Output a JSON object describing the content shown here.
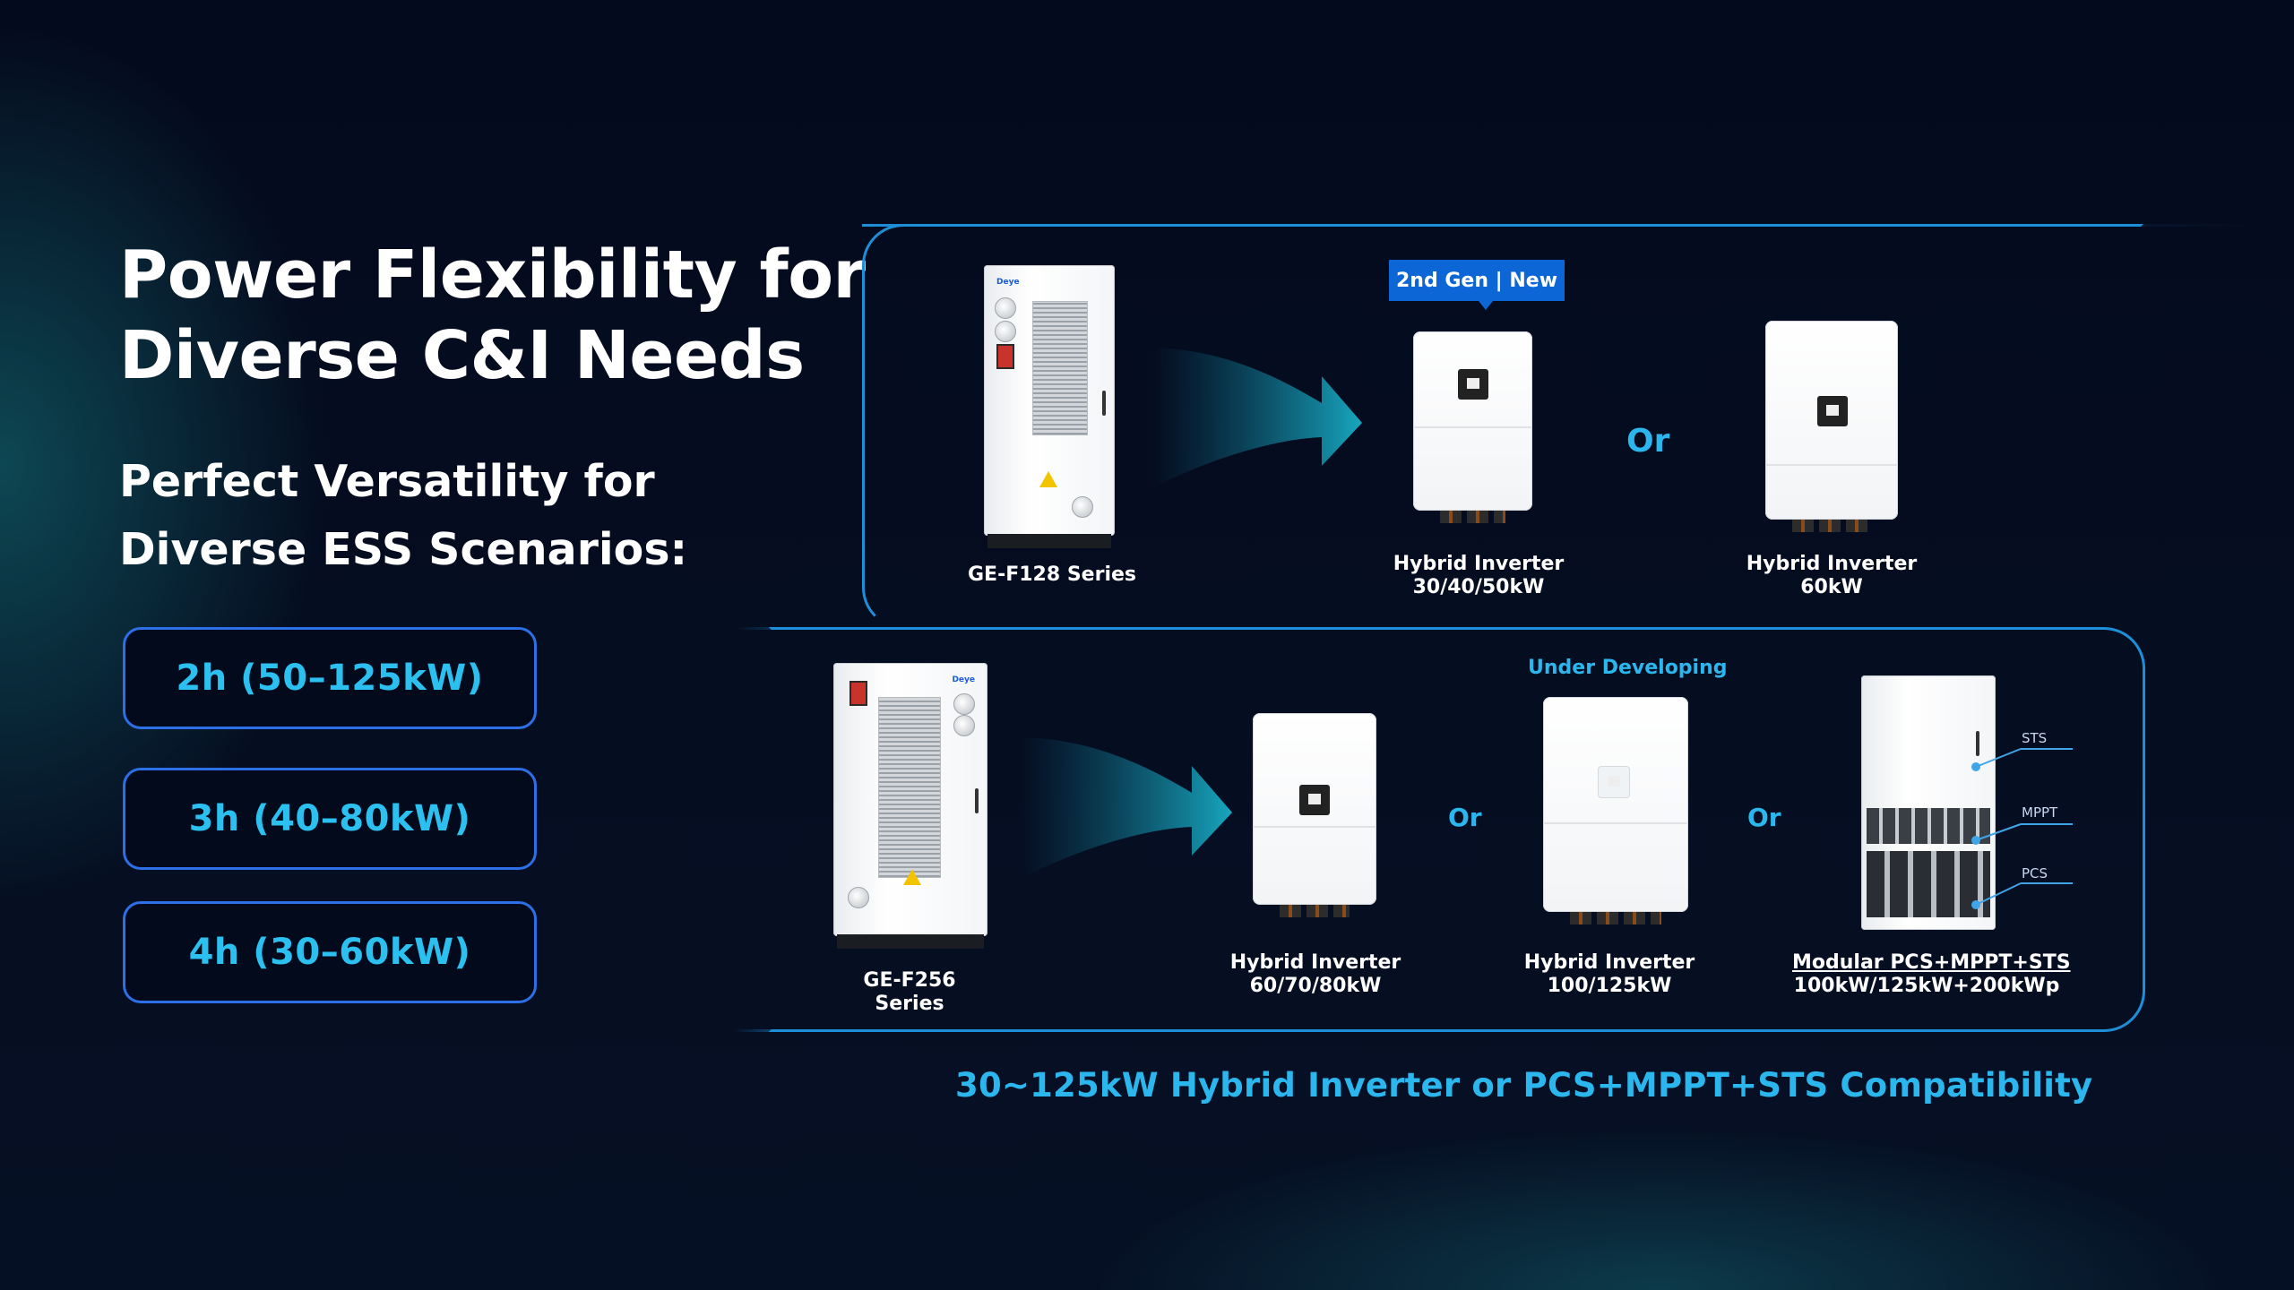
{
  "title": [
    "Power Flexibility for",
    "Diverse C&I Needs"
  ],
  "subtitle": [
    "Perfect Versatility for",
    "Diverse ESS Scenarios:"
  ],
  "scenarios": [
    "2h (50–125kW)",
    "3h (40–80kW)",
    "4h (30–60kW)"
  ],
  "top_row": {
    "cabinet": {
      "label": "GE-F128 Series",
      "logo": "Deye"
    },
    "badge": "2nd Gen | New",
    "inverter_a": [
      "Hybrid Inverter",
      "30/40/50kW"
    ],
    "or": "Or",
    "inverter_b": [
      "Hybrid Inverter",
      "60kW"
    ]
  },
  "bottom_row": {
    "cabinet": {
      "label": [
        "GE-F256",
        "Series"
      ],
      "logo": "Deye"
    },
    "inverter_a": [
      "Hybrid Inverter",
      "60/70/80kW"
    ],
    "or_1": "Or",
    "under_developing": "Under Developing",
    "inverter_b": [
      "Hybrid Inverter",
      "100/125kW"
    ],
    "or_2": "Or",
    "modular": [
      "Modular PCS+MPPT+STS",
      "100kW/125kW+200kWp"
    ],
    "callouts": [
      "STS",
      "MPPT",
      "PCS"
    ]
  },
  "footer": "30~125kW Hybrid Inverter or PCS+MPPT+STS Compatibility",
  "colors": {
    "accent": "#2bb7ee",
    "border": "#1d8fd8",
    "badge": "#0d66d6",
    "background": "#040a1c"
  }
}
